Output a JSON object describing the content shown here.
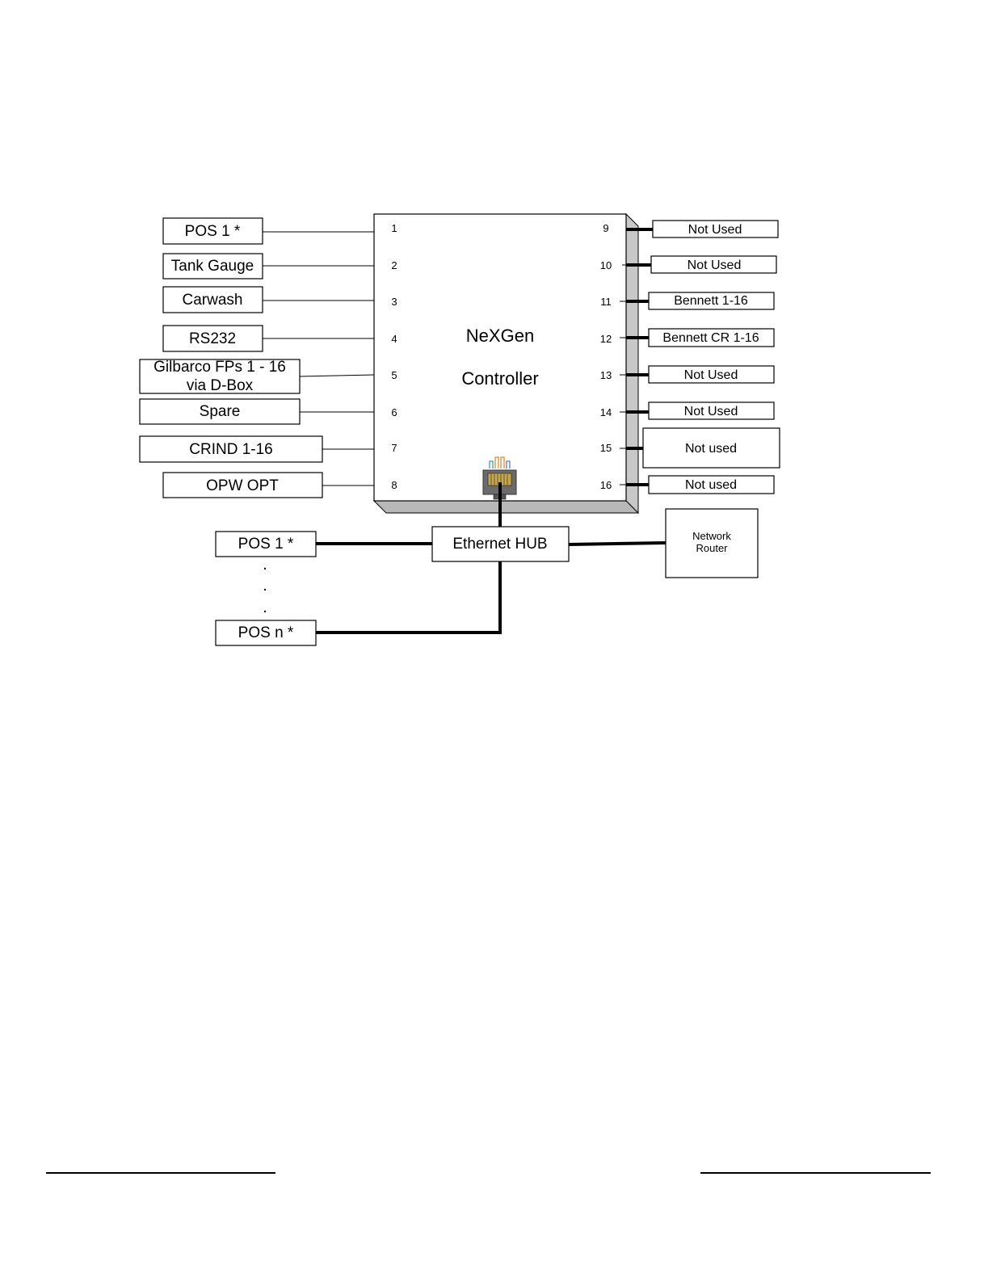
{
  "controller": {
    "title_line1": "NeXGen",
    "title_line2": "Controller",
    "ports_left": [
      "1",
      "2",
      "3",
      "4",
      "5",
      "6",
      "7",
      "8"
    ],
    "ports_right": [
      "9",
      "10",
      "11",
      "12",
      "13",
      "14",
      "15",
      "16"
    ]
  },
  "left_devices": [
    {
      "label": "POS 1 *"
    },
    {
      "label": "Tank Gauge"
    },
    {
      "label": "Carwash"
    },
    {
      "label": "RS232"
    },
    {
      "label": "Gilbarco FPs 1 - 16",
      "label2": "via D-Box"
    },
    {
      "label": "Spare"
    },
    {
      "label": "CRIND 1-16"
    },
    {
      "label": "OPW OPT"
    }
  ],
  "right_devices": [
    {
      "label": "Not Used"
    },
    {
      "label": "Not Used"
    },
    {
      "label": "Bennett 1-16"
    },
    {
      "label": "Bennett CR 1-16"
    },
    {
      "label": "Not Used"
    },
    {
      "label": "Not Used"
    },
    {
      "label": "Not used"
    },
    {
      "label": "Not used"
    }
  ],
  "network": {
    "hub_label": "Ethernet HUB",
    "router_line1": "Network",
    "router_line2": "Router",
    "pos_first": "POS 1 *",
    "pos_last": "POS n *",
    "ellipsis": [
      ".",
      ".",
      "."
    ]
  }
}
